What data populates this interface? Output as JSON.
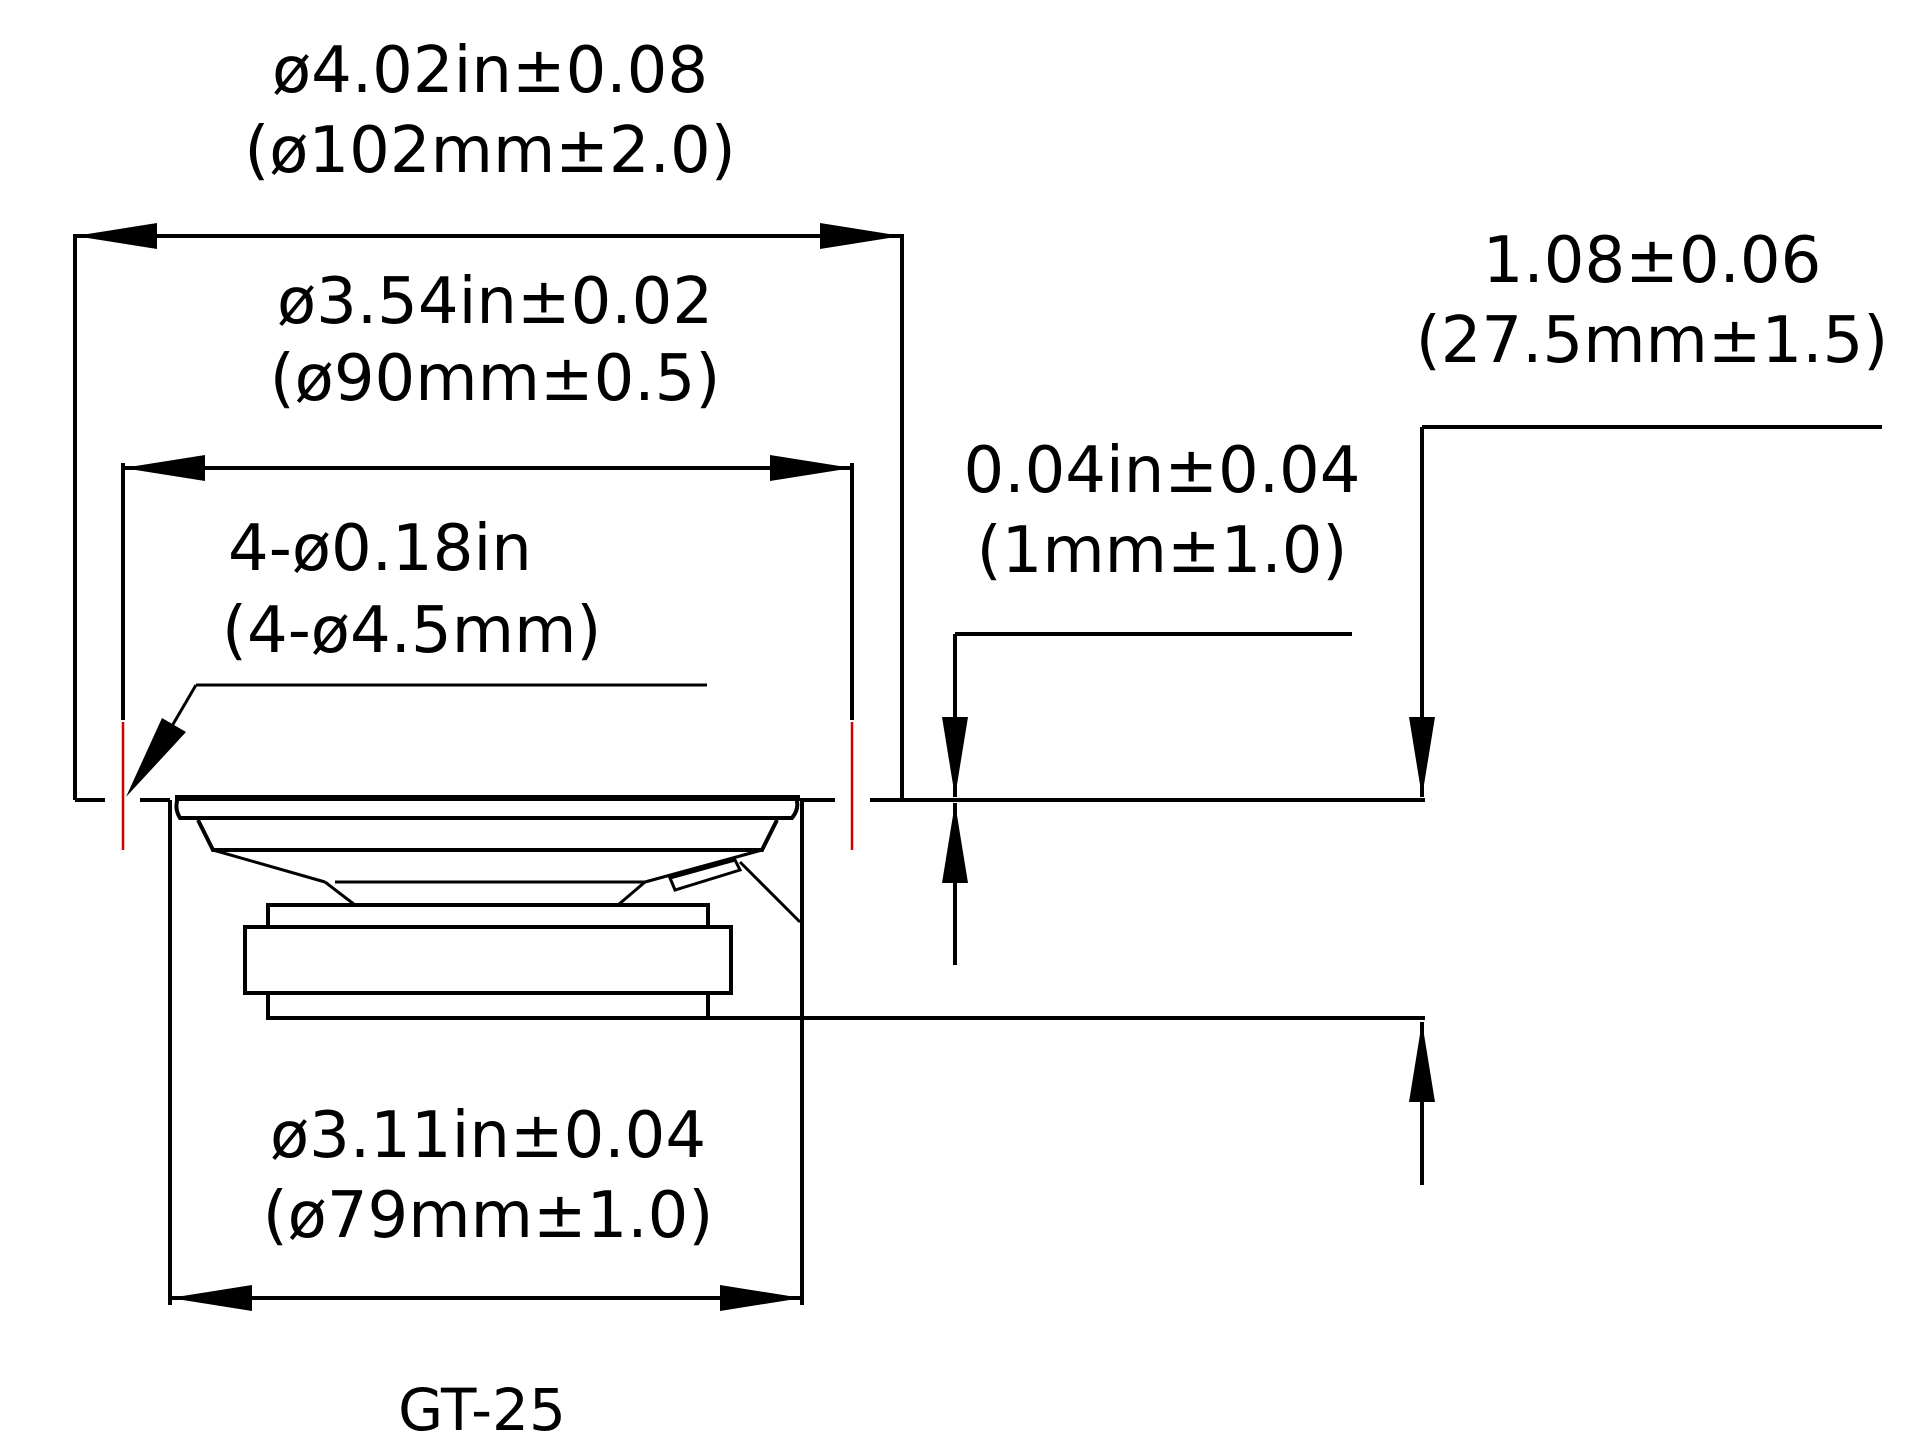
{
  "dimensions": {
    "outer_diameter": {
      "imperial": "ø4.02in±0.08",
      "metric": "(ø102mm±2.0)"
    },
    "mounting_diameter": {
      "imperial": "ø3.54in±0.02",
      "metric": "(ø90mm±0.5)"
    },
    "mounting_holes": {
      "imperial": "4-ø0.18in",
      "metric": "(4-ø4.5mm)"
    },
    "flange_thickness": {
      "imperial": "0.04in±0.04",
      "metric": "(1mm±1.0)"
    },
    "mounting_depth": {
      "imperial": "1.08±0.06",
      "metric": "(27.5mm±1.5)"
    },
    "cutout_diameter": {
      "imperial": "ø3.11in±0.04",
      "metric": "(ø79mm±1.0)"
    }
  },
  "model": "GT-25",
  "colors": {
    "line": "#000000",
    "hole_marker": "#d00000",
    "background": "#ffffff"
  }
}
